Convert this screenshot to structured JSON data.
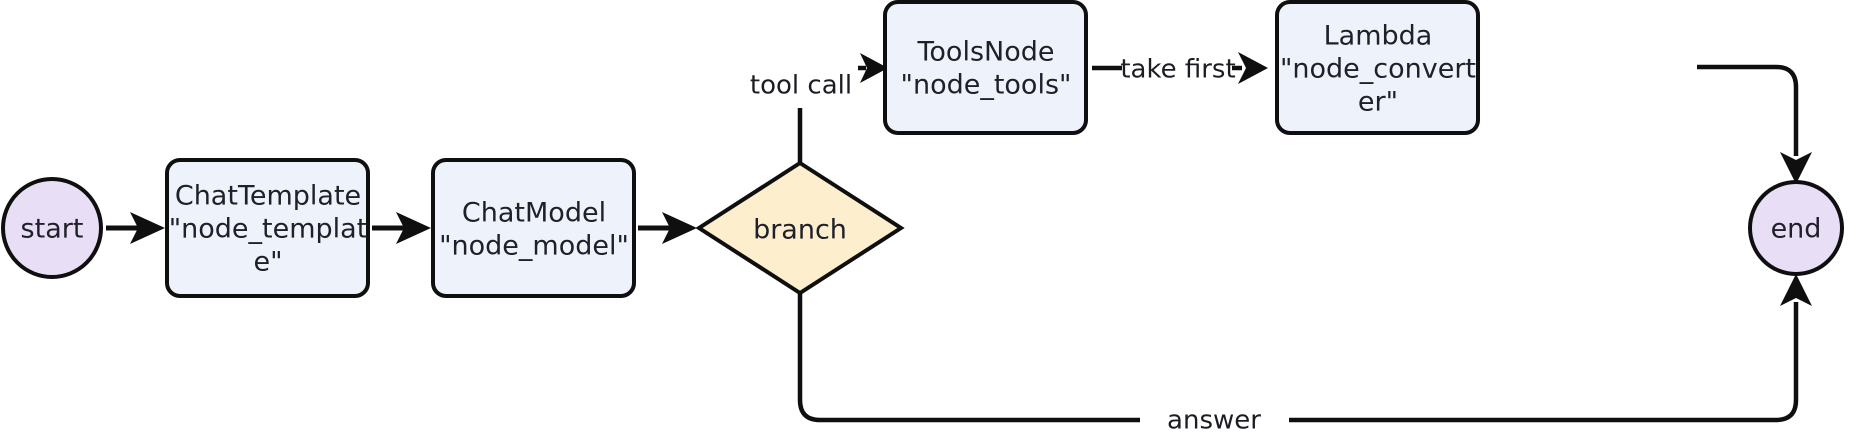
{
  "diagram": {
    "type": "flowchart",
    "orientation": "left-to-right",
    "background_color": "#ffffff",
    "nodes": {
      "start": {
        "id": "start",
        "shape": "circle",
        "label": "start",
        "fill": "#e8dff7",
        "stroke": "#0f0f0f"
      },
      "template": {
        "id": "node_template",
        "shape": "rounded-rectangle",
        "line1": "ChatTemplate",
        "line2": "\"node_templat",
        "line3": "e\"",
        "fill": "#edf2fb",
        "stroke": "#0f0f0f"
      },
      "model": {
        "id": "node_model",
        "shape": "rounded-rectangle",
        "line1": "ChatModel",
        "line2": "\"node_model\"",
        "fill": "#edf2fb",
        "stroke": "#0f0f0f"
      },
      "branch": {
        "id": "branch",
        "shape": "diamond",
        "label": "branch",
        "fill": "#fdeecd",
        "stroke": "#0f0f0f"
      },
      "tools": {
        "id": "node_tools",
        "shape": "rounded-rectangle",
        "line1": "ToolsNode",
        "line2": "\"node_tools\"",
        "fill": "#edf2fb",
        "stroke": "#0f0f0f"
      },
      "converter": {
        "id": "node_converter",
        "shape": "rounded-rectangle",
        "line1": "Lambda",
        "line2": "\"node_convert",
        "line3": "er\"",
        "fill": "#edf2fb",
        "stroke": "#0f0f0f"
      },
      "end": {
        "id": "end",
        "shape": "circle",
        "label": "end",
        "fill": "#e8dff7",
        "stroke": "#0f0f0f"
      }
    },
    "edges": [
      {
        "from": "start",
        "to": "template",
        "label": ""
      },
      {
        "from": "template",
        "to": "model",
        "label": ""
      },
      {
        "from": "model",
        "to": "branch",
        "label": ""
      },
      {
        "from": "branch",
        "to": "tools",
        "label": "tool call"
      },
      {
        "from": "tools",
        "to": "converter",
        "label": "take first"
      },
      {
        "from": "converter",
        "to": "end",
        "label": ""
      },
      {
        "from": "branch",
        "to": "end",
        "label": "answer"
      }
    ],
    "edge_labels": {
      "tool_call": "tool call",
      "take_first": "take first",
      "answer": "answer"
    }
  }
}
